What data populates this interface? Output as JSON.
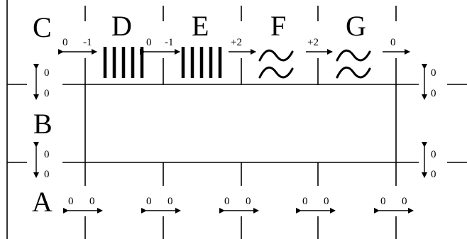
{
  "rows": {
    "top": "C",
    "middle": "B",
    "bottom": "A"
  },
  "top_labels": [
    "D",
    "E",
    "F",
    "G"
  ],
  "top_arrows": [
    {
      "left": "0",
      "right": "-1"
    },
    {
      "left": "0",
      "right": "-1"
    },
    {
      "value": "+2"
    },
    {
      "value": "+2"
    },
    {
      "value": "0"
    }
  ],
  "side_values": {
    "left_upper": [
      "0",
      "0"
    ],
    "left_lower": [
      "0",
      "0"
    ],
    "right_upper": [
      "0",
      "0"
    ],
    "right_lower": [
      "0",
      "0"
    ]
  },
  "bottom_arrows": [
    {
      "left": "0",
      "right": "0"
    },
    {
      "left": "0",
      "right": "0"
    },
    {
      "left": "0",
      "right": "0"
    },
    {
      "left": "0",
      "right": "0"
    },
    {
      "left": "0",
      "right": "0"
    }
  ],
  "icons": [
    "vertical-bars-icon",
    "vertical-bars-icon",
    "double-wave-icon",
    "double-wave-icon"
  ]
}
